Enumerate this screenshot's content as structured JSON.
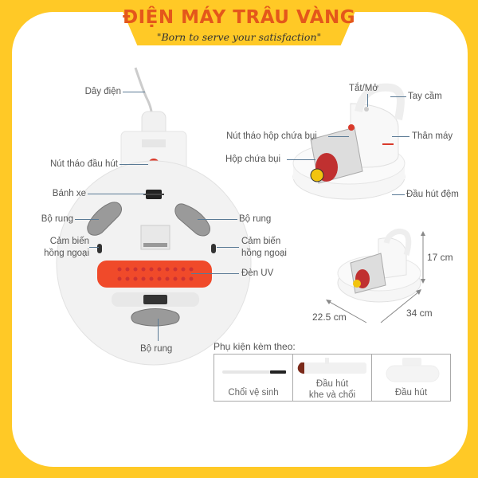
{
  "header": {
    "brand": "ĐIỆN MÁY TRÂU VÀNG",
    "slogan": "\"Born to serve your satisfaction\""
  },
  "bottom_view_labels": {
    "cord": "Dây điện",
    "head_release": "Nút tháo đầu hút",
    "wheel": "Bánh xe",
    "vibrator_left": "Bộ rung",
    "vibrator_right": "Bộ rung",
    "ir_sensor_left_1": "Cảm biến",
    "ir_sensor_left_2": "hồng ngoại",
    "ir_sensor_right_1": "Cảm biến",
    "ir_sensor_right_2": "hồng ngoại",
    "uv_lamp": "Đèn UV",
    "vibrator_bottom": "Bộ rung"
  },
  "side_view_labels": {
    "power": "Tắt/Mở",
    "handle": "Tay cầm",
    "dust_release": "Nút tháo hộp chứa bụi",
    "body": "Thân máy",
    "dust_box": "Hộp chứa bụi",
    "cushion_head": "Đầu hút đệm"
  },
  "dimensions": {
    "height": "17 cm",
    "width": "22.5 cm",
    "length": "34 cm"
  },
  "accessories": {
    "title": "Phụ kiện kèm theo:",
    "items": [
      {
        "label": "Chổi vệ sinh"
      },
      {
        "label_1": "Đầu hút",
        "label_2": "khe và chổi"
      },
      {
        "label": "Đầu hút"
      }
    ]
  },
  "colors": {
    "frame": "#FFC926",
    "brand": "#E4571B",
    "uv": "#F04A2A",
    "accent_red": "#D93A2B"
  }
}
